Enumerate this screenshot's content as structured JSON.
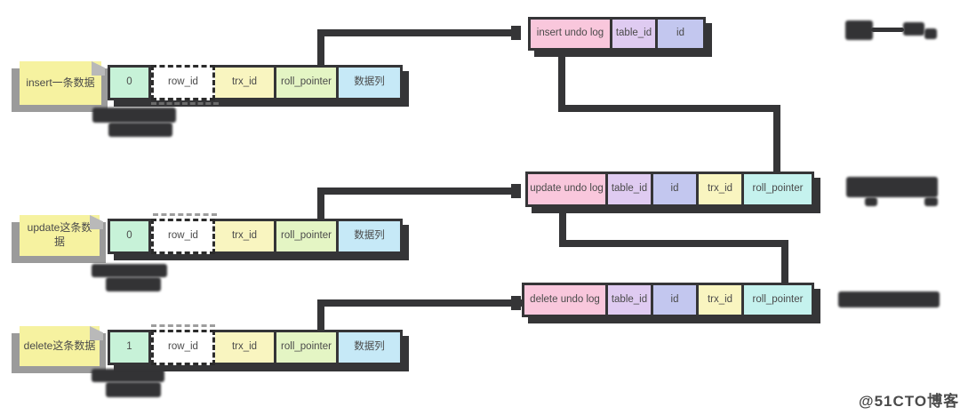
{
  "sticky_notes": [
    {
      "label": "insert一条数据"
    },
    {
      "label": "update这条数据"
    },
    {
      "label": "delete这条数据"
    }
  ],
  "record_rows": [
    {
      "cells": [
        "0",
        "row_id",
        "trx_id",
        "roll_pointer",
        "数据列"
      ]
    },
    {
      "cells": [
        "0",
        "row_id",
        "trx_id",
        "roll_pointer",
        "数据列"
      ]
    },
    {
      "cells": [
        "1",
        "row_id",
        "trx_id",
        "roll_pointer",
        "数据列"
      ]
    }
  ],
  "undo_rows": [
    {
      "cells": [
        "insert undo log",
        "table_id",
        "id"
      ]
    },
    {
      "cells": [
        "update undo log",
        "table_id",
        "id",
        "trx_id",
        "roll_pointer"
      ]
    },
    {
      "cells": [
        "delete undo log",
        "table_id",
        "id",
        "trx_id",
        "roll_pointer"
      ]
    }
  ],
  "watermark": "@51CTO博客",
  "colors": {
    "note_bg": "#f6f2a0",
    "flag_cell": "#c7f2d8",
    "trx_cell": "#f9f5c0",
    "roll_pointer_record_cell": "#e4f5c4",
    "data_col_cell": "#c6e9f7",
    "undo_title_cell": "#f9c7dc",
    "table_id_cell": "#dfcbf1",
    "id_cell": "#c3c7ef",
    "undo_roll_pointer_cell": "#c5f2ee",
    "line": "#353537",
    "note_shadow": "#9b9b9b",
    "redacted_blob": "#333335"
  }
}
